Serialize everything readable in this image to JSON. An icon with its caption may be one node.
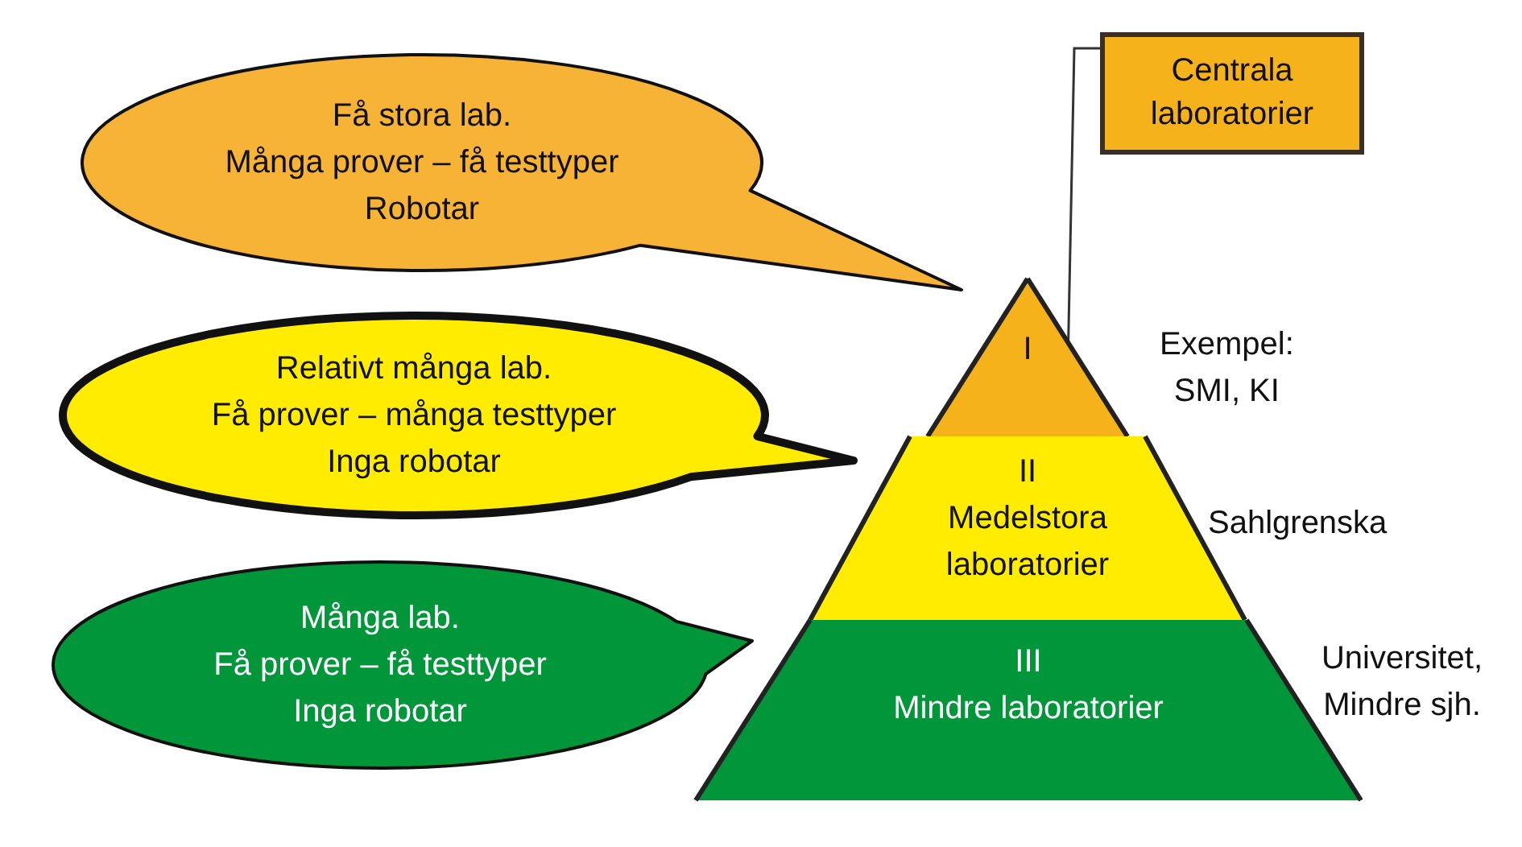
{
  "diagram": {
    "nodes": [
      {
        "text": [
          "Få stora lab.",
          "Många prover – få testtyper",
          "Robotar"
        ]
      },
      {
        "text": [
          "Relativt många lab.",
          "Få prover – många testtyper",
          "Inga robotar"
        ]
      },
      {
        "text": [
          "Många lab.",
          "Få prover – få testtyper",
          "Inga robotar"
        ]
      },
      {
        "text": [
          "I"
        ],
        "beside": [
          "Exempel: SMI, KI"
        ]
      },
      {
        "text": [
          "II",
          "Medelstora laboratorier"
        ],
        "beside": [
          "Sahlgrenska"
        ]
      },
      {
        "text": [
          "III",
          "Mindre laboratorier"
        ],
        "beside": [
          "Universitet, Mindre sjh."
        ]
      },
      {
        "text": [
          "Centrala laboratorier"
        ]
      }
    ],
    "edges": [
      {
        "from": 6,
        "to": 3,
        "arrow": "none"
      }
    ]
  }
}
